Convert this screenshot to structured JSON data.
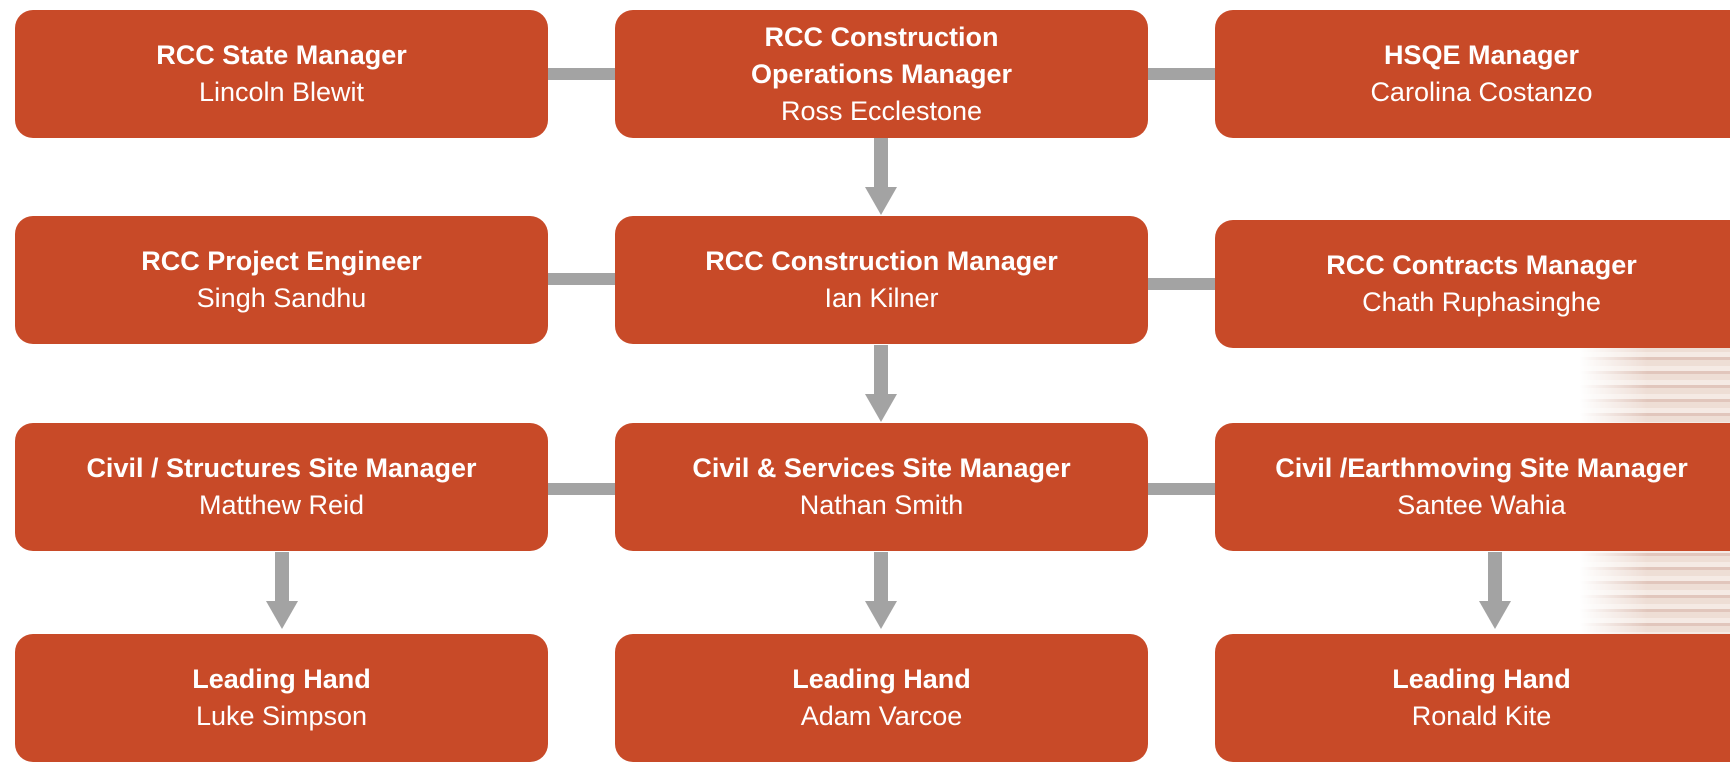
{
  "nodes": [
    {
      "title": "RCC State Manager",
      "name": "Lincoln Blewit"
    },
    {
      "title": "RCC Construction\nOperations Manager",
      "name": "Ross Ecclestone"
    },
    {
      "title": "HSQE Manager",
      "name": "Carolina Costanzo"
    },
    {
      "title": "RCC Project Engineer",
      "name": "Singh Sandhu"
    },
    {
      "title": "RCC Construction Manager",
      "name": "Ian Kilner"
    },
    {
      "title": "RCC Contracts Manager",
      "name": "Chath Ruphasinghe"
    },
    {
      "title": "Civil / Structures Site Manager",
      "name": "Matthew Reid"
    },
    {
      "title": "Civil & Services Site Manager",
      "name": "Nathan Smith"
    },
    {
      "title": "Civil /Earthmoving Site Manager",
      "name": "Santee Wahia"
    },
    {
      "title": "Leading Hand",
      "name": "Luke Simpson"
    },
    {
      "title": "Leading Hand",
      "name": "Adam Varcoe"
    },
    {
      "title": "Leading Hand",
      "name": "Ronald Kite"
    }
  ],
  "colors": {
    "box": "#c84a28",
    "connector": "#a3a3a3",
    "text": "#ffffff"
  }
}
